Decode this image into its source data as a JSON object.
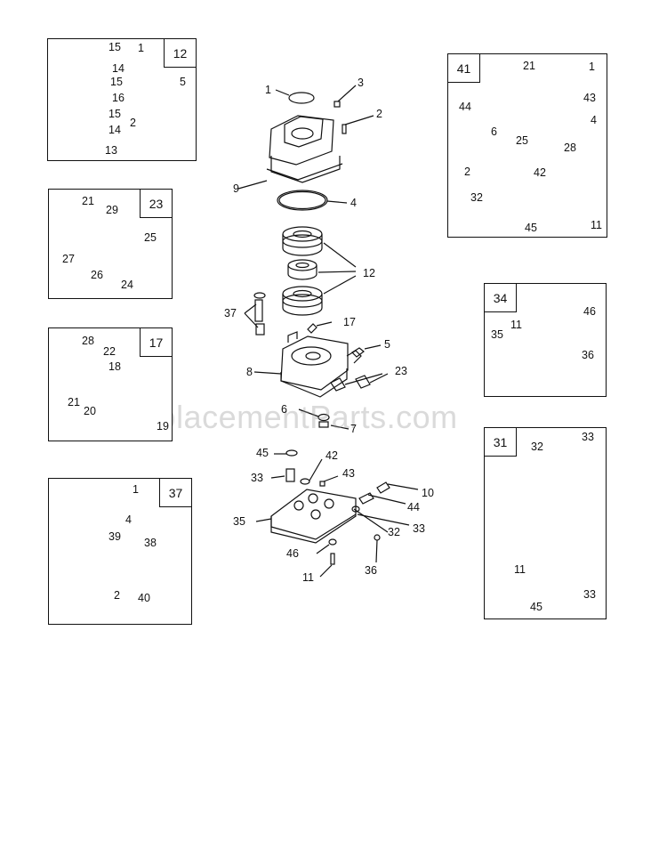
{
  "watermark": "eReplacementParts.com",
  "kits": {
    "k12": "12",
    "k23": "23",
    "k17": "17",
    "k37": "37",
    "k41": "41",
    "k34": "34",
    "k31": "31"
  },
  "panel12": [
    "15",
    "14",
    "15",
    "16",
    "15",
    "14",
    "13",
    "1",
    "5",
    "2"
  ],
  "panel23": [
    "21",
    "29",
    "27",
    "26",
    "25",
    "24"
  ],
  "panel17": [
    "28",
    "22",
    "18",
    "21",
    "20",
    "19"
  ],
  "panel37": [
    "1",
    "4",
    "39",
    "38",
    "2",
    "40"
  ],
  "panel41": [
    "21",
    "1",
    "44",
    "43",
    "6",
    "4",
    "25",
    "28",
    "2",
    "42",
    "32",
    "45",
    "11"
  ],
  "panel34": [
    "11",
    "46",
    "35",
    "36"
  ],
  "panel31": [
    "32",
    "33",
    "11",
    "45",
    "33"
  ],
  "center": [
    "1",
    "3",
    "2",
    "9",
    "4",
    "12",
    "37",
    "17",
    "5",
    "8",
    "23",
    "6",
    "7",
    "45",
    "42",
    "33",
    "43",
    "10",
    "35",
    "44",
    "32",
    "33",
    "46",
    "36",
    "11"
  ],
  "colors": {
    "ink": "#111111",
    "watermark": "#b4b4b4"
  }
}
